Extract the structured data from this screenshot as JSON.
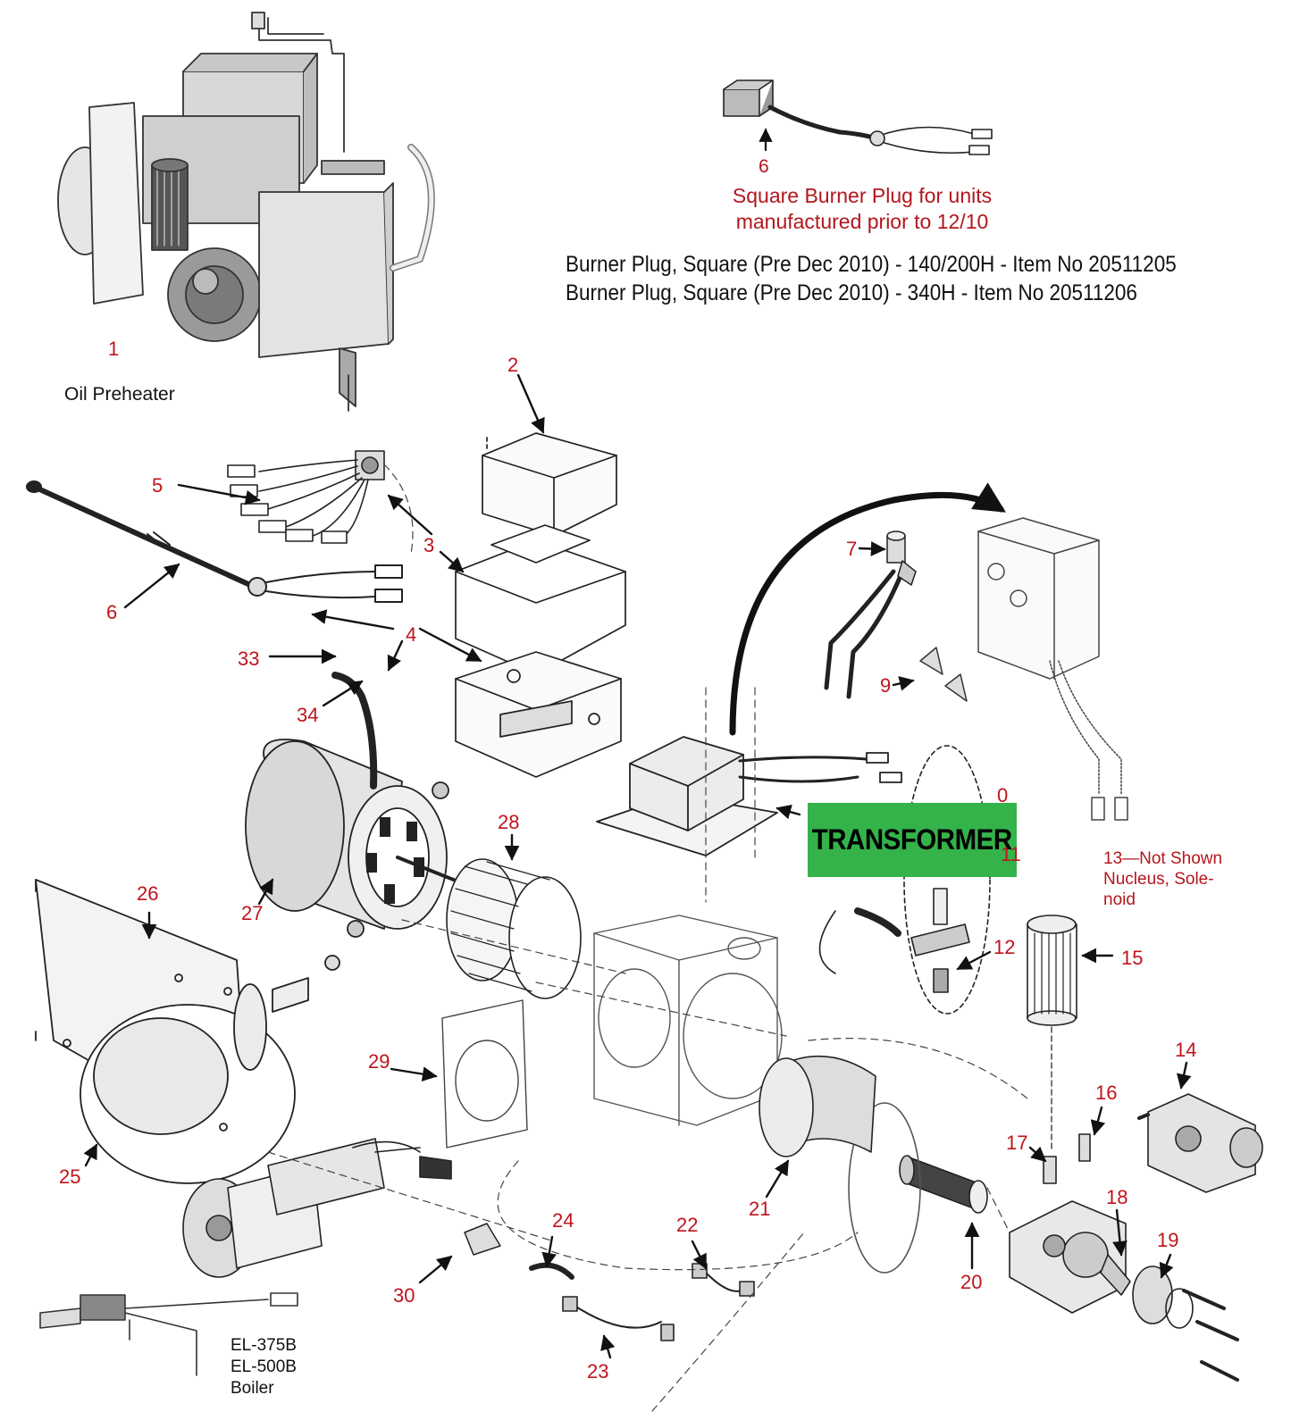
{
  "square_plug_note": {
    "part_number": "6",
    "line1": "Square Burner Plug for units",
    "line2": "manufactured prior to 12/10"
  },
  "item_numbers": {
    "line1": "Burner Plug, Square (Pre Dec 2010) - 140/200H - Item No 20511205",
    "line2": "Burner Plug, Square (Pre Dec 2010) - 340H - Item No 20511206"
  },
  "preheater": {
    "number": "1",
    "label": "Oil Preheater"
  },
  "transformer_label": "TRANSFORMER",
  "nucleus_note": {
    "line1": "13—Not Shown",
    "line2": "Nucleus, Sole-",
    "line3": "noid"
  },
  "boiler_models": {
    "line1": "EL-375B",
    "line2": "EL-500B",
    "line3": "Boiler"
  },
  "callouts": {
    "c2": "2",
    "c3": "3",
    "c4": "4",
    "c5": "5",
    "c6": "6",
    "c7": "7",
    "c9": "9",
    "c10": "0",
    "c11": "11",
    "c12": "12",
    "c14": "14",
    "c15": "15",
    "c16": "16",
    "c17": "17",
    "c18": "18",
    "c19": "19",
    "c20": "20",
    "c21": "21",
    "c22": "22",
    "c23": "23",
    "c24": "24",
    "c25": "25",
    "c26": "26",
    "c27": "27",
    "c28": "28",
    "c29": "29",
    "c30": "30",
    "c33": "33",
    "c34": "34"
  }
}
